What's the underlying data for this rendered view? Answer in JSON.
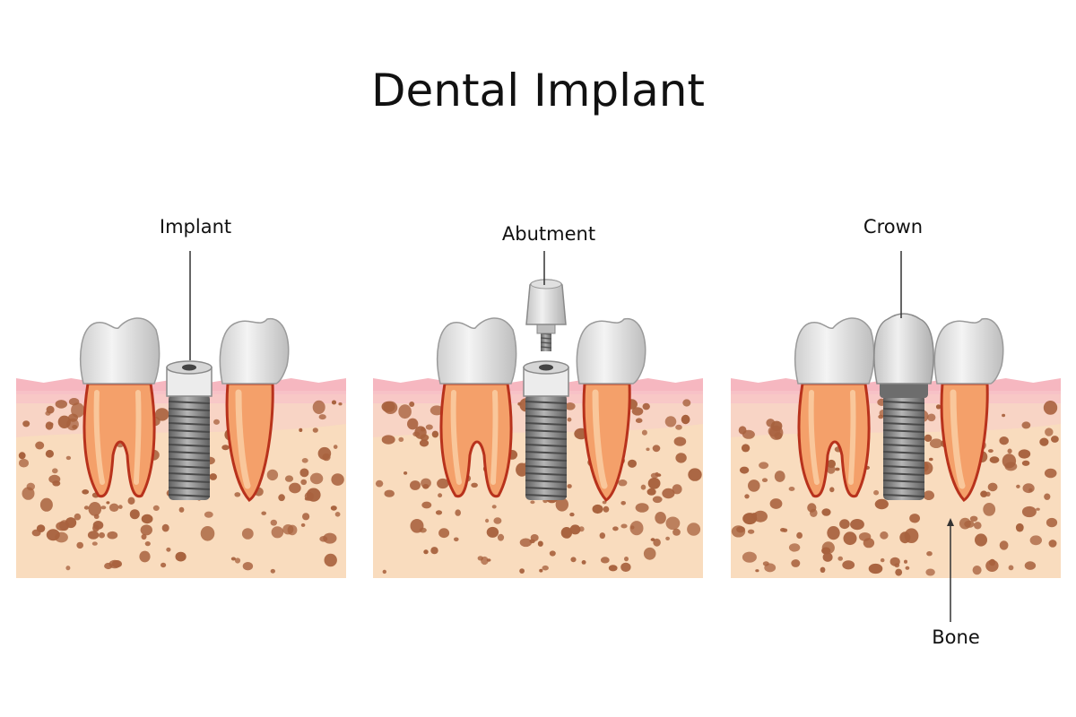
{
  "title": "Dental Implant",
  "labels": {
    "implant": "Implant",
    "abutment": "Abutment",
    "crown": "Crown",
    "bone": "Bone"
  },
  "colors": {
    "bone_fill": "#f9dcbe",
    "bone_pink": "#f8d0c7",
    "gum": "#f6b7c0",
    "gum_edge": "#ee8fa0",
    "root": "#f4a06a",
    "root_light": "#f9c79b",
    "root_outline": "#b8321c",
    "enamel": "#e7e7e7",
    "metal_dark": "#707070",
    "metal_light": "#c8c8c8",
    "speck": "#a8623e"
  }
}
